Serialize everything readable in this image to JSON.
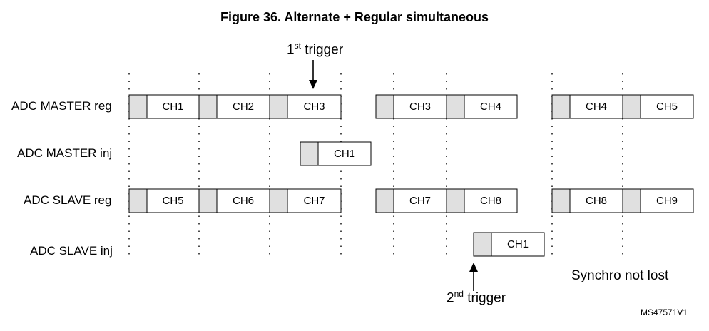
{
  "title": "Figure 36. Alternate + Regular simultaneous",
  "rows": [
    {
      "label": "ADC MASTER reg"
    },
    {
      "label": "ADC MASTER inj"
    },
    {
      "label": "ADC SLAVE reg"
    },
    {
      "label": "ADC SLAVE inj"
    }
  ],
  "blocks": {
    "master_reg": [
      "CH1",
      "CH2",
      "CH3",
      "CH3",
      "CH4",
      "CH4",
      "CH5"
    ],
    "master_inj": [
      "CH1"
    ],
    "slave_reg": [
      "CH5",
      "CH6",
      "CH7",
      "CH7",
      "CH8",
      "CH8",
      "CH9"
    ],
    "slave_inj": [
      "CH1"
    ]
  },
  "trigger1": {
    "num": "1",
    "sup": "st",
    "text": " trigger"
  },
  "trigger2": {
    "num": "2",
    "sup": "nd",
    "text": " trigger"
  },
  "note": "Synchro not lost",
  "reference": "MS47571V1"
}
